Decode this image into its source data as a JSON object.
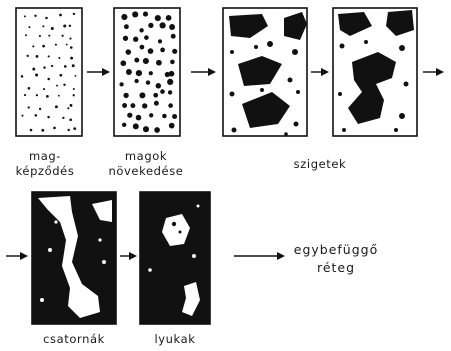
{
  "stages": [
    {
      "id": "nucleation",
      "lines": [
        "mag-",
        "képződés"
      ]
    },
    {
      "id": "nuclei-growth",
      "lines": [
        "magok",
        "növekedése"
      ]
    },
    {
      "id": "islands",
      "lines": [
        "szigetek"
      ]
    },
    {
      "id": "channels",
      "lines": [
        "csatornák"
      ]
    },
    {
      "id": "holes",
      "lines": [
        "lyukak"
      ]
    },
    {
      "id": "continuous-layer",
      "lines": [
        "egybefüggő",
        "réteg"
      ]
    }
  ]
}
